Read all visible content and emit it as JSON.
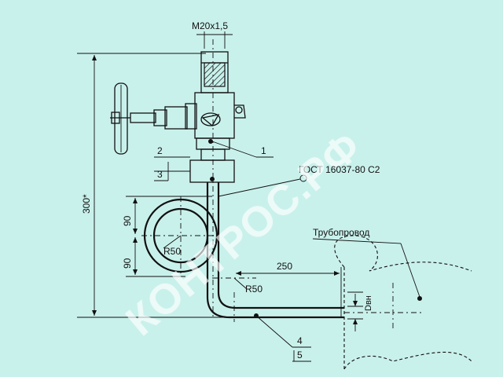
{
  "labels": {
    "thread": "M20x1,5",
    "height_dim": "300*",
    "dim_90_top": "90",
    "dim_90_bottom": "90",
    "radius_loop": "R50",
    "radius_bend": "R50",
    "length_dim": "250",
    "inner_diameter": "Dвн",
    "standard": "ГОСТ 16037-80 С2",
    "pipeline": "Трубопровод",
    "pos_1": "1",
    "pos_2": "2",
    "pos_3": "3",
    "pos_4": "4",
    "pos_5": "5"
  },
  "watermark": {
    "text": "КОНТРОС.РФ",
    "color": "#ffffff"
  },
  "colors": {
    "background": "#c9f1ec",
    "ink": "#111111"
  }
}
